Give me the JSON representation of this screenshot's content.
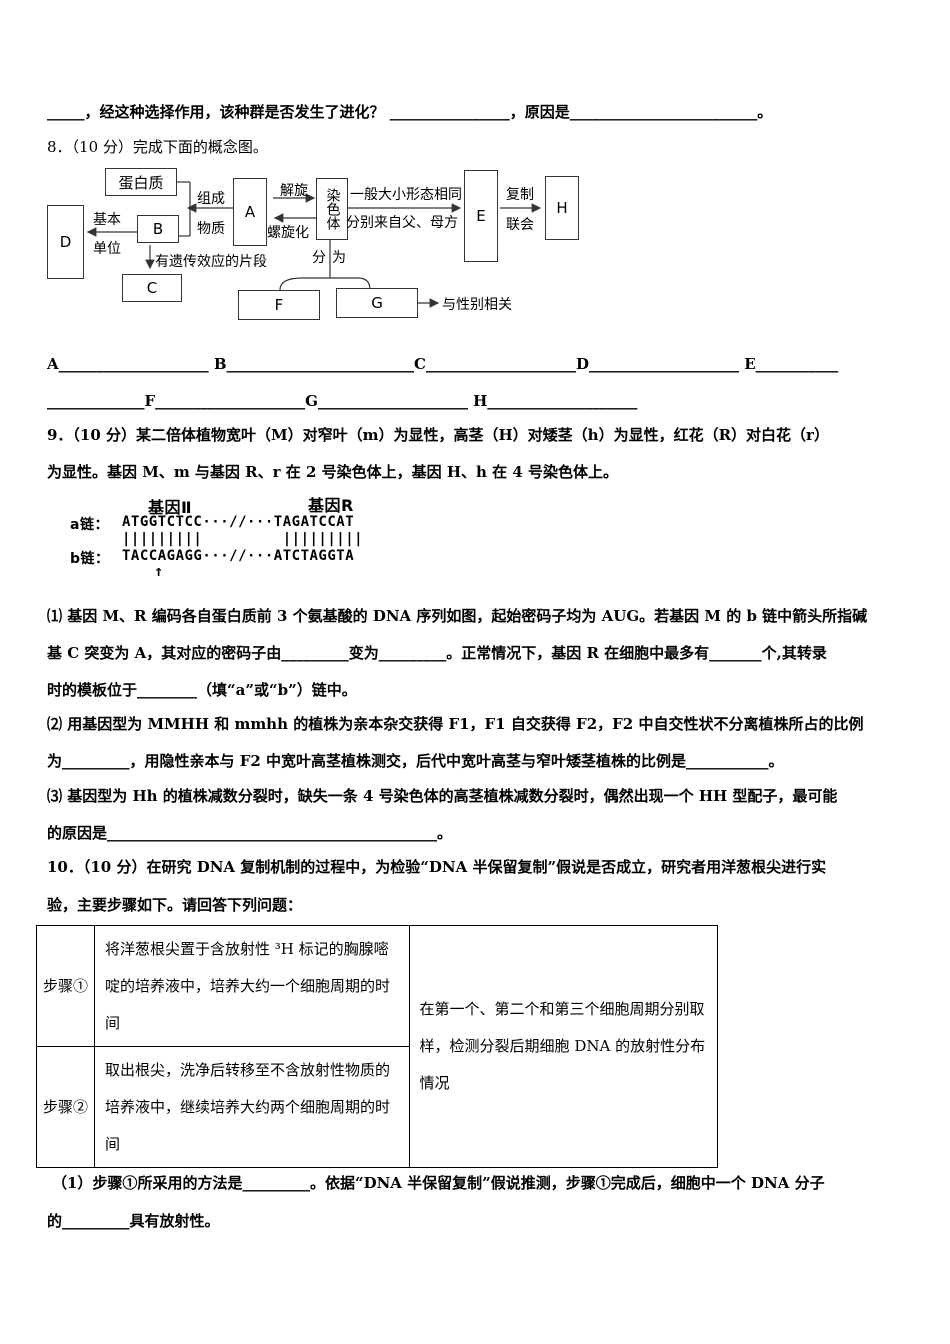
{
  "lines": {
    "l1": "_____，经这种选择作用，该种群是否发生了进化？ ________________，原因是_________________________。",
    "q8": "8．（10 分）完成下面的概念图。",
    "blank_row1": "A____________________  B_________________________C____________________D____________________  E___________",
    "blank_row2": "_____________F____________________G____________________  H____________________",
    "q9_1": "9．（10 分）某二倍体植物宽叶（M）对窄叶（m）为显性，高茎（H）对矮茎（h）为显性，红花（R）对白花（r）",
    "q9_2": "为显性。基因 M、m 与基因 R、r 在 2 号染色体上，基因 H、h 在 4 号染色体上。",
    "q9_p1a": "⑴ 基因 M、R 编码各自蛋白质前 3 个氨基酸的 DNA 序列如图，起始密码子均为 AUG。若基因 M 的 b 链中箭头所指碱",
    "q9_p1b": "基 C 突变为 A，其对应的密码子由_________变为_________。正常情况下，基因 R 在细胞中最多有_______个,其转录",
    "q9_p1c": "时的模板位于________（填“a”或“b”）链中。",
    "q9_p2a": "⑵ 用基因型为 MMHH 和 mmhh 的植株为亲本杂交获得 F1，F1 自交获得 F2，F2 中自交性状不分离植株所占的比例",
    "q9_p2b": "为_________，用隐性亲本与 F2 中宽叶高茎植株测交，后代中宽叶高茎与窄叶矮茎植株的比例是___________。",
    "q9_p3a": "⑶ 基因型为 Hh 的植株减数分裂时，缺失一条 4 号染色体的高茎植株减数分裂时，偶然出现一个 HH 型配子，最可能",
    "q9_p3b": "的原因是____________________________________________。",
    "q10_1": "10．（10 分）在研究 DNA 复制机制的过程中，为检验“DNA 半保留复制”假说是否成立，研究者用洋葱根尖进行实",
    "q10_2": "验，主要步骤如下。请回答下列问题：",
    "q10_a1": "（1）步骤①所采用的方法是_________。依据“DNA 半保留复制”假说推测，步骤①完成后，细胞中一个 DNA 分子",
    "q10_a2": "的_________具有放射性。"
  },
  "diagram": {
    "protein": "蛋白质",
    "A": "A",
    "B": "B",
    "C": "C",
    "D": "D",
    "E": "E",
    "F": "F",
    "G": "G",
    "H": "H",
    "chromosome": "染色体",
    "compose": "组成",
    "substance": "物质",
    "basic": "基本",
    "unit": "单位",
    "unwind": "解旋",
    "spiral": "螺旋化",
    "same_shape": "一般大小形态相同",
    "from_parents": "分别来自父、母方",
    "replicate": "复制",
    "synapsis": "联会",
    "effect_segment": "有遗传效应的片段",
    "divide_into": "分为",
    "sex_related": "与性别相关"
  },
  "dna_figure": {
    "gene_m": "基因Ⅱ",
    "gene_r": "基因R",
    "a_label": "a链：",
    "b_label": "b链：",
    "a_seq": "ATGGTCTCC···//···TAGATCCAT",
    "bars": "|||||||||         |||||||||",
    "b_seq": "TACCAGAGG···//···ATCTAGGTA",
    "arrow": "↑"
  },
  "table": {
    "step1_label": "步骤①",
    "step1_text": "将洋葱根尖置于含放射性 ³H 标记的胸腺嘧啶的培养液中，培养大约一个细胞周期的时间",
    "step2_label": "步骤②",
    "step2_text": "取出根尖，洗净后转移至不含放射性物质的培养液中，继续培养大约两个细胞周期的时间",
    "right_text": "在第一个、第二个和第三个细胞周期分别取样，检测分裂后期细胞 DNA 的放射性分布情况"
  }
}
